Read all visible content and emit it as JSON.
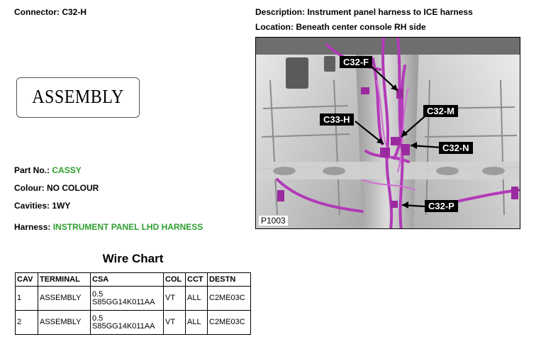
{
  "connector": {
    "label": "Connector:",
    "value": "C32-H"
  },
  "description": {
    "label": "Description:",
    "value": "Instrument panel harness to ICE harness"
  },
  "location": {
    "label": "Location:",
    "value": "Beneath center console RH side"
  },
  "assembly_text": "ASSEMBLY",
  "part_no": {
    "label": "Part No.:",
    "value": "CASSY"
  },
  "colour": {
    "label": "Colour:",
    "value": "NO COLOUR"
  },
  "cavities": {
    "label": "Cavities:",
    "value": "1WY"
  },
  "harness": {
    "label": "Harness:",
    "value": "INSTRUMENT PANEL LHD HARNESS"
  },
  "wire_chart": {
    "title": "Wire Chart",
    "headers": [
      "CAV",
      "TERMINAL",
      "CSA",
      "COL",
      "CCT",
      "DESTN"
    ],
    "rows": [
      {
        "cav": "1",
        "terminal": "ASSEMBLY",
        "csa_1": "0.5",
        "csa_2": "S85GG14K011AA",
        "col": "VT",
        "cct": "ALL",
        "destn": "C2ME03C"
      },
      {
        "cav": "2",
        "terminal": "ASSEMBLY",
        "csa_1": "0.5",
        "csa_2": "S85GG14K011AA",
        "col": "VT",
        "cct": "ALL",
        "destn": "C2ME03C"
      }
    ]
  },
  "photo": {
    "callouts": [
      "C32-F",
      "C32-M",
      "C33-H",
      "C32-N",
      "C32-P"
    ],
    "reference": "P1003"
  },
  "colors": {
    "green_text": "#2e9e2e",
    "harness_purple": "#b23ab8"
  }
}
